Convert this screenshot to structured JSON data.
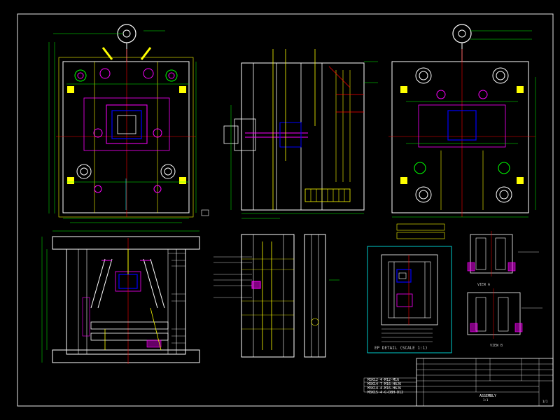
{
  "drawing": {
    "labels": {
      "ep_detail": "EP DETAIL (SCALE 1:1)",
      "view_a": "VIEW A",
      "view_b": "VIEW B",
      "title_block": {
        "sheet": "1/1",
        "drawing_no": "ASSEMBLY",
        "scale": "1:1"
      },
      "notes_bottom_left": [
        "M3X12-4-M12-M16",
        "M3X14-T-M16-H6J6",
        "M3X14-4-M16-H6J6",
        "M3X15-4-G-D8H-D12"
      ]
    }
  }
}
